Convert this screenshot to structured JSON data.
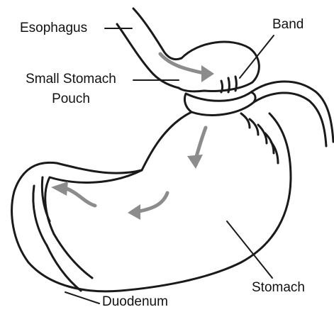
{
  "labels": {
    "esophagus": "Esophagus",
    "band": "Band",
    "pouch_line1": "Small Stomach",
    "pouch_line2": "Pouch",
    "stomach": "Stomach",
    "duodenum": "Duodenum"
  },
  "colors": {
    "outline": "#1a1a1a",
    "arrow": "#8c8c8c",
    "background": "#ffffff",
    "text": "#111111"
  },
  "icons": [
    "flow-arrow-icon"
  ]
}
